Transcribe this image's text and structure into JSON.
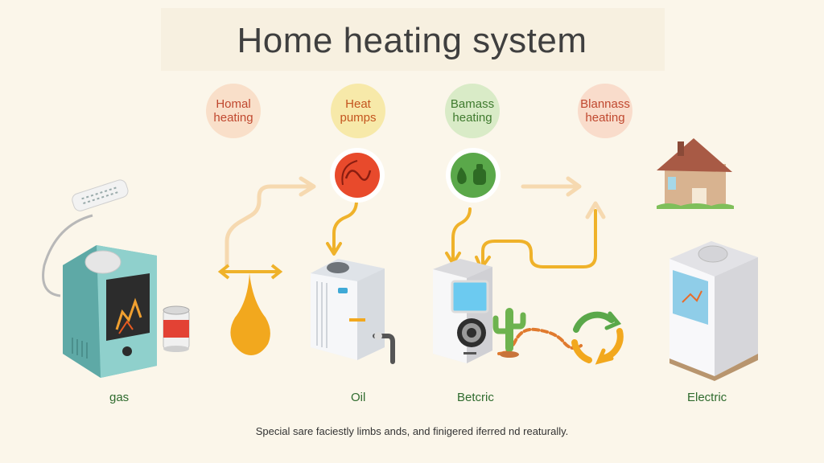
{
  "title": "Home heating system",
  "bubbles": [
    {
      "label": "Homal\nheating"
    },
    {
      "label": "Heat\npumps"
    },
    {
      "label": "Bamass\nheating"
    },
    {
      "label": "Blannass\nheating"
    }
  ],
  "labels": [
    "gas",
    "Oil",
    "Betcric",
    "Electric"
  ],
  "caption": "Special sare faciestly limbs ands, and finigered iferred nd reaturally.",
  "colors": {
    "background": "#fbf6ea",
    "arrow_light": "#f6d9b0",
    "arrow_orange": "#efb22a",
    "heatpump_red": "#e84a2c",
    "biomass_green": "#5aa84a"
  }
}
